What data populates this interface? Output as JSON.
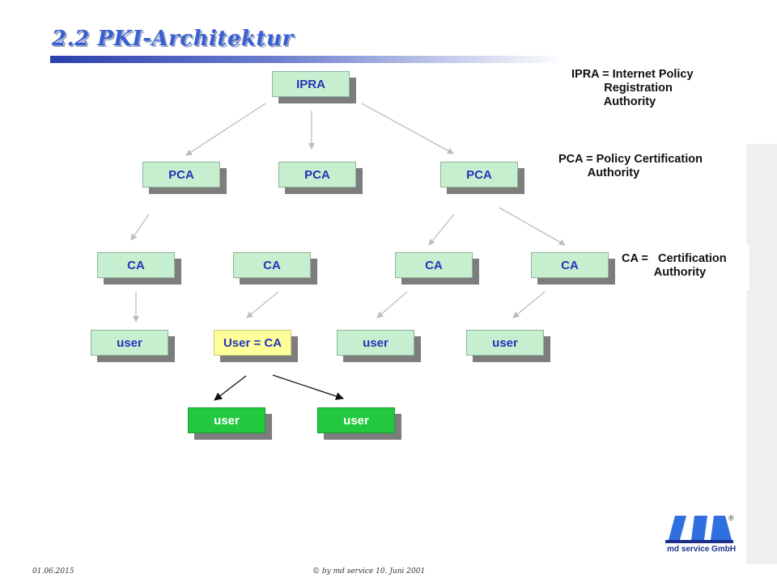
{
  "title": "2.2 PKI-Architektur",
  "legend": {
    "ipra": "IPRA = Internet Policy\n          Registration\n          Authority",
    "pca": "PCA = Policy Certification\n         Authority",
    "ca": "CA =   Certification\n          Authority"
  },
  "nodes": {
    "ipra": "IPRA",
    "pca_1": "PCA",
    "pca_2": "PCA",
    "pca_3": "PCA",
    "ca_1": "CA",
    "ca_2": "CA",
    "ca_3": "CA",
    "ca_4": "CA",
    "user_1": "user",
    "user_ca": "User = CA",
    "user_3": "user",
    "user_4": "user",
    "user_5": "user",
    "user_6": "user"
  },
  "footer": {
    "date": "01.06.2015",
    "copyright": "© by md service 10. Juni 2001"
  },
  "logo": {
    "text": "md service GmbH",
    "mark": "®"
  },
  "colors": {
    "node_light": "#c6efd0",
    "node_highlight": "#ffff99",
    "node_green": "#22c93f",
    "node_text": "#2434b8",
    "title": "#3a5fd0"
  }
}
